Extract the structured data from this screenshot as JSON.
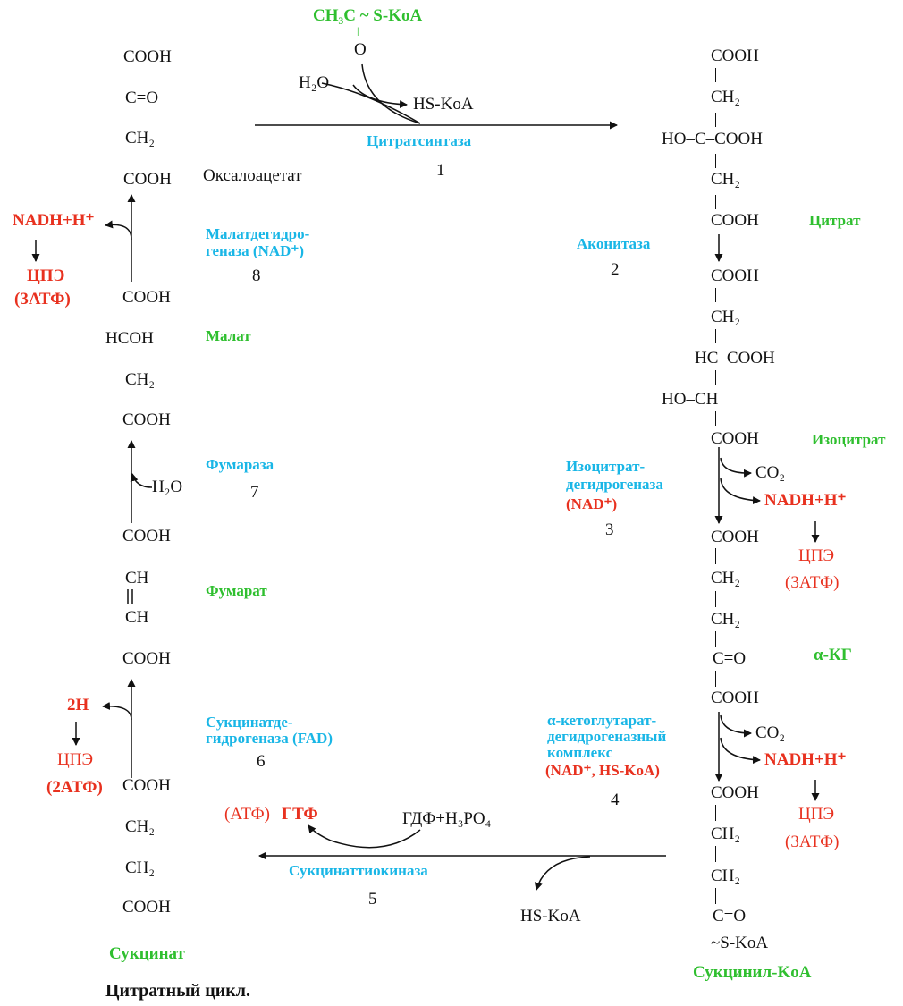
{
  "caption": "Цитратный цикл.",
  "colors": {
    "substrate": "#2fbf2f",
    "enzyme": "#19b6e6",
    "energy": "#e8311f",
    "text": "#111111"
  },
  "acetyl": {
    "formula": "CH₃C ~ S-KoA",
    "eq": "‖",
    "o": "O"
  },
  "step1": {
    "h2o": "H₂O",
    "hskoa": "HS-KoA",
    "enzyme": "Цитратсинтаза",
    "num": "1"
  },
  "oxaloacetate": {
    "r1": "COOH",
    "r2": "C=O",
    "r3": "CH₂",
    "r4": "COOH",
    "label": "Оксалоацетат"
  },
  "citrate": {
    "r1": "COOH",
    "r2": "CH₂",
    "r3": "HO–C–COOH",
    "r4": "CH₂",
    "r5": "COOH",
    "label": "Цитрат"
  },
  "step2": {
    "enzyme": "Аконитаза",
    "num": "2"
  },
  "isocitrate": {
    "r1": "COOH",
    "r2": "CH₂",
    "r3": "HC–COOH",
    "r4": "HO–CH",
    "r5": "COOH",
    "label": "Изоцитрат"
  },
  "step3": {
    "enzyme_l1": "Изоцитрат-",
    "enzyme_l2": "дегидрогеназа",
    "enzyme_l3": "(NAD⁺)",
    "num": "3",
    "co2": "CO₂",
    "nadh": "NADH+H⁺",
    "cpe": "ЦПЭ",
    "atp": "(3АТФ)"
  },
  "akg": {
    "r1": "COOH",
    "r2": "CH₂",
    "r3": "CH₂",
    "r4": "C=O",
    "r5": "COOH",
    "label": "α-КГ"
  },
  "step4": {
    "enzyme_l1": "α-кетоглутарат-",
    "enzyme_l2": "дегидрогеназный",
    "enzyme_l3": "комплекс",
    "enzyme_l4": "(NAD⁺, HS-KoA)",
    "num": "4",
    "co2": "CO₂",
    "nadh": "NADH+H⁺",
    "cpe": "ЦПЭ",
    "atp": "(3АТФ)"
  },
  "succinylcoa": {
    "r1": "COOH",
    "r2": "CH₂",
    "r3": "CH₂",
    "r4": "C=O",
    "r5": "~S-KoA",
    "label": "Сукцинил-KoA"
  },
  "step5": {
    "enzyme": "Сукцинаттиокиназа",
    "num": "5",
    "gdp": "ГДФ+H₃PO₄",
    "gtp_a": "(АТФ)",
    "gtp_b": "ГТФ",
    "hskoa": "HS-KoA"
  },
  "succinate": {
    "r1": "COOH",
    "r2": "CH₂",
    "r3": "CH₂",
    "r4": "COOH",
    "label": "Сукцинат"
  },
  "step6": {
    "enzyme_l1": "Сукцинатде-",
    "enzyme_l2": "гидрогеназа (FAD)",
    "num": "6",
    "h": "2H",
    "cpe": "ЦПЭ",
    "atp": "(2АТФ)"
  },
  "fumarate": {
    "r1": "COOH",
    "r2": "CH",
    "r3": "CH",
    "r4": "COOH",
    "label": "Фумарат"
  },
  "step7": {
    "enzyme": "Фумараза",
    "num": "7",
    "h2o": "H₂O"
  },
  "malate": {
    "r1": "COOH",
    "r2": "HCOH",
    "r3": "CH₂",
    "r4": "COOH",
    "label": "Малат"
  },
  "step8": {
    "enzyme_l1": "Малатдегидро-",
    "enzyme_l2": "геназа (NAD⁺)",
    "num": "8",
    "nadh": "NADH+H⁺",
    "cpe": "ЦПЭ",
    "atp": "(3АТФ)"
  }
}
